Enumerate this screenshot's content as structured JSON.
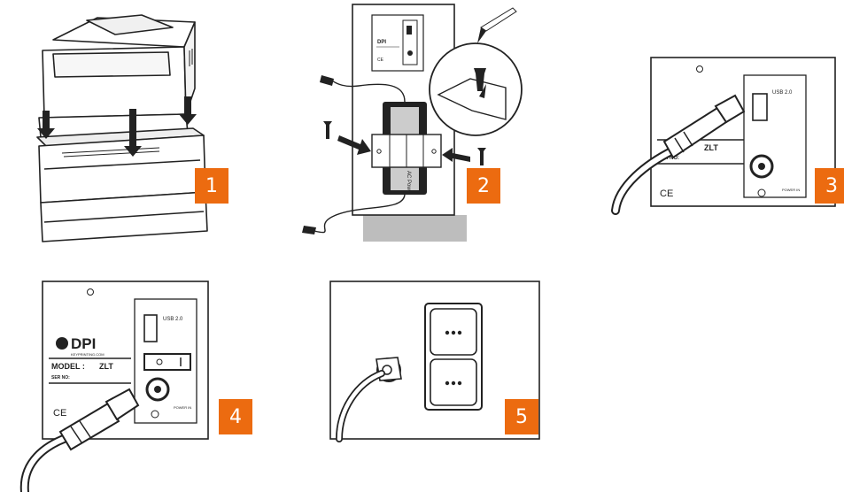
{
  "steps": [
    {
      "number": "1"
    },
    {
      "number": "2"
    },
    {
      "number": "3"
    },
    {
      "number": "4"
    },
    {
      "number": "5"
    }
  ],
  "device_plate": {
    "brand": "DPI",
    "website": "KEYPRINTING.COM",
    "model_label": "MODEL :",
    "model_value": "ZLT",
    "serial_label": "SER NO:",
    "usb_label": "USB 2.0",
    "power_label": "POWER IN",
    "ce_mark": "CE"
  },
  "adapter_text": "AC Power",
  "colors": {
    "badge": "#ec6b10",
    "line": "#222222",
    "plate": "#ffffff",
    "floor": "#bdbdbd"
  }
}
